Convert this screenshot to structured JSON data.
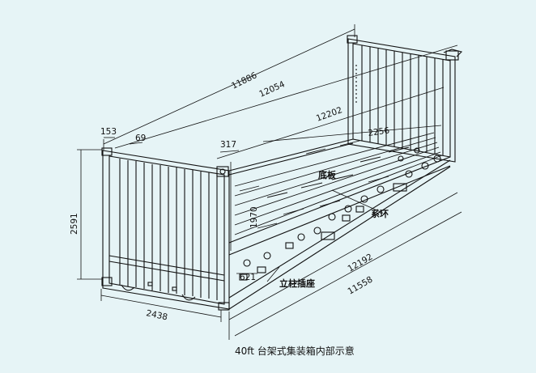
{
  "caption": "40ft 台架式集装箱内部示意",
  "dimensions": {
    "d11886": "11886",
    "d12054": "12054",
    "d12202": "12202",
    "d2256": "2256",
    "d153": "153",
    "d69": "69",
    "d317": "317",
    "d1970": "1970",
    "d2591": "2591",
    "d2438": "2438",
    "d12192": "12192",
    "d11558": "11558",
    "d621": "621"
  },
  "labels": {
    "floor": "底板",
    "lashing_ring": "系环",
    "post_socket": "立柱插座"
  },
  "colors": {
    "background": "#e6f4f6",
    "line": "#111111"
  }
}
